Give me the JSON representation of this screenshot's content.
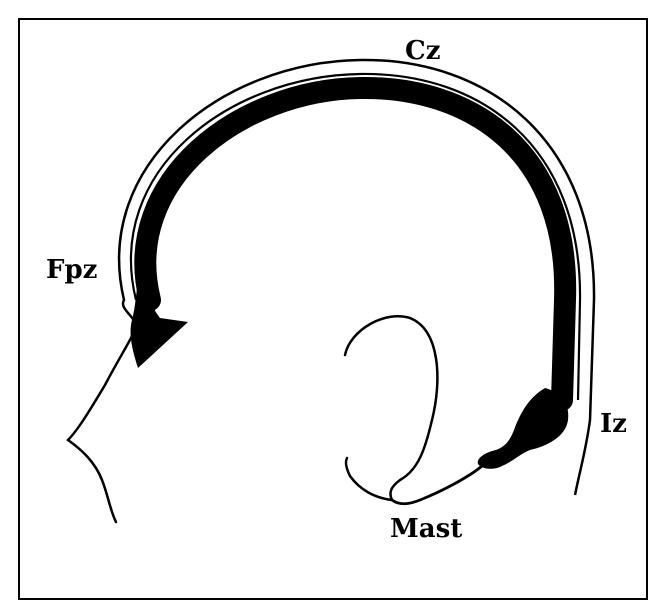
{
  "labels": {
    "cz": "Cz",
    "fpz": "Fpz",
    "iz": "Iz",
    "mast": "Mast"
  },
  "colors": {
    "ink": "#000000",
    "paper": "#ffffff"
  }
}
